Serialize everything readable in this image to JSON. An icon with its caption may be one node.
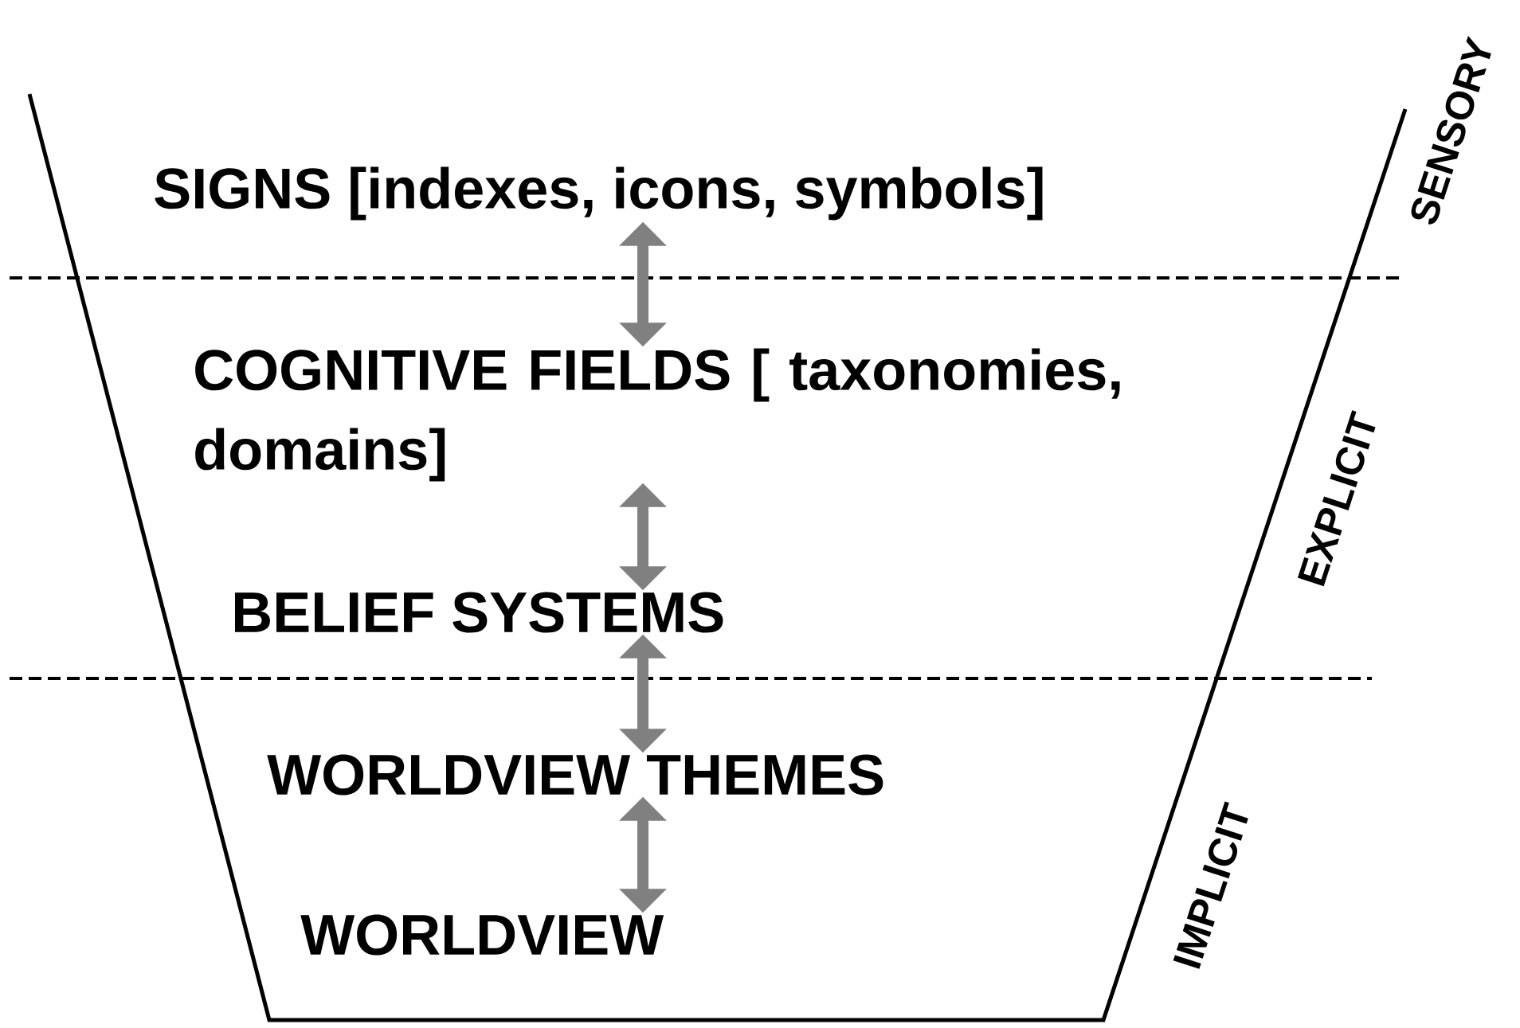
{
  "diagram": {
    "nodes": [
      {
        "text": [
          "SIGNS [indexes, icons, symbols]"
        ]
      },
      {
        "text": [
          "COGNITIVE FIELDS [  taxonomies, domains]"
        ]
      },
      {
        "text": [
          "BELIEF SYSTEMS"
        ]
      },
      {
        "text": [
          "WORLDVIEW THEMES"
        ]
      },
      {
        "text": [
          "WORLDVIEW"
        ]
      }
    ],
    "edges": [
      {
        "from": 0,
        "to": 1,
        "arrow": "both"
      },
      {
        "from": 1,
        "to": 2,
        "arrow": "both"
      },
      {
        "from": 2,
        "to": 3,
        "arrow": "both"
      },
      {
        "from": 3,
        "to": 4,
        "arrow": "both"
      }
    ],
    "labels": [
      "SENSORY",
      "EXPLICIT",
      "IMPLICIT"
    ]
  }
}
